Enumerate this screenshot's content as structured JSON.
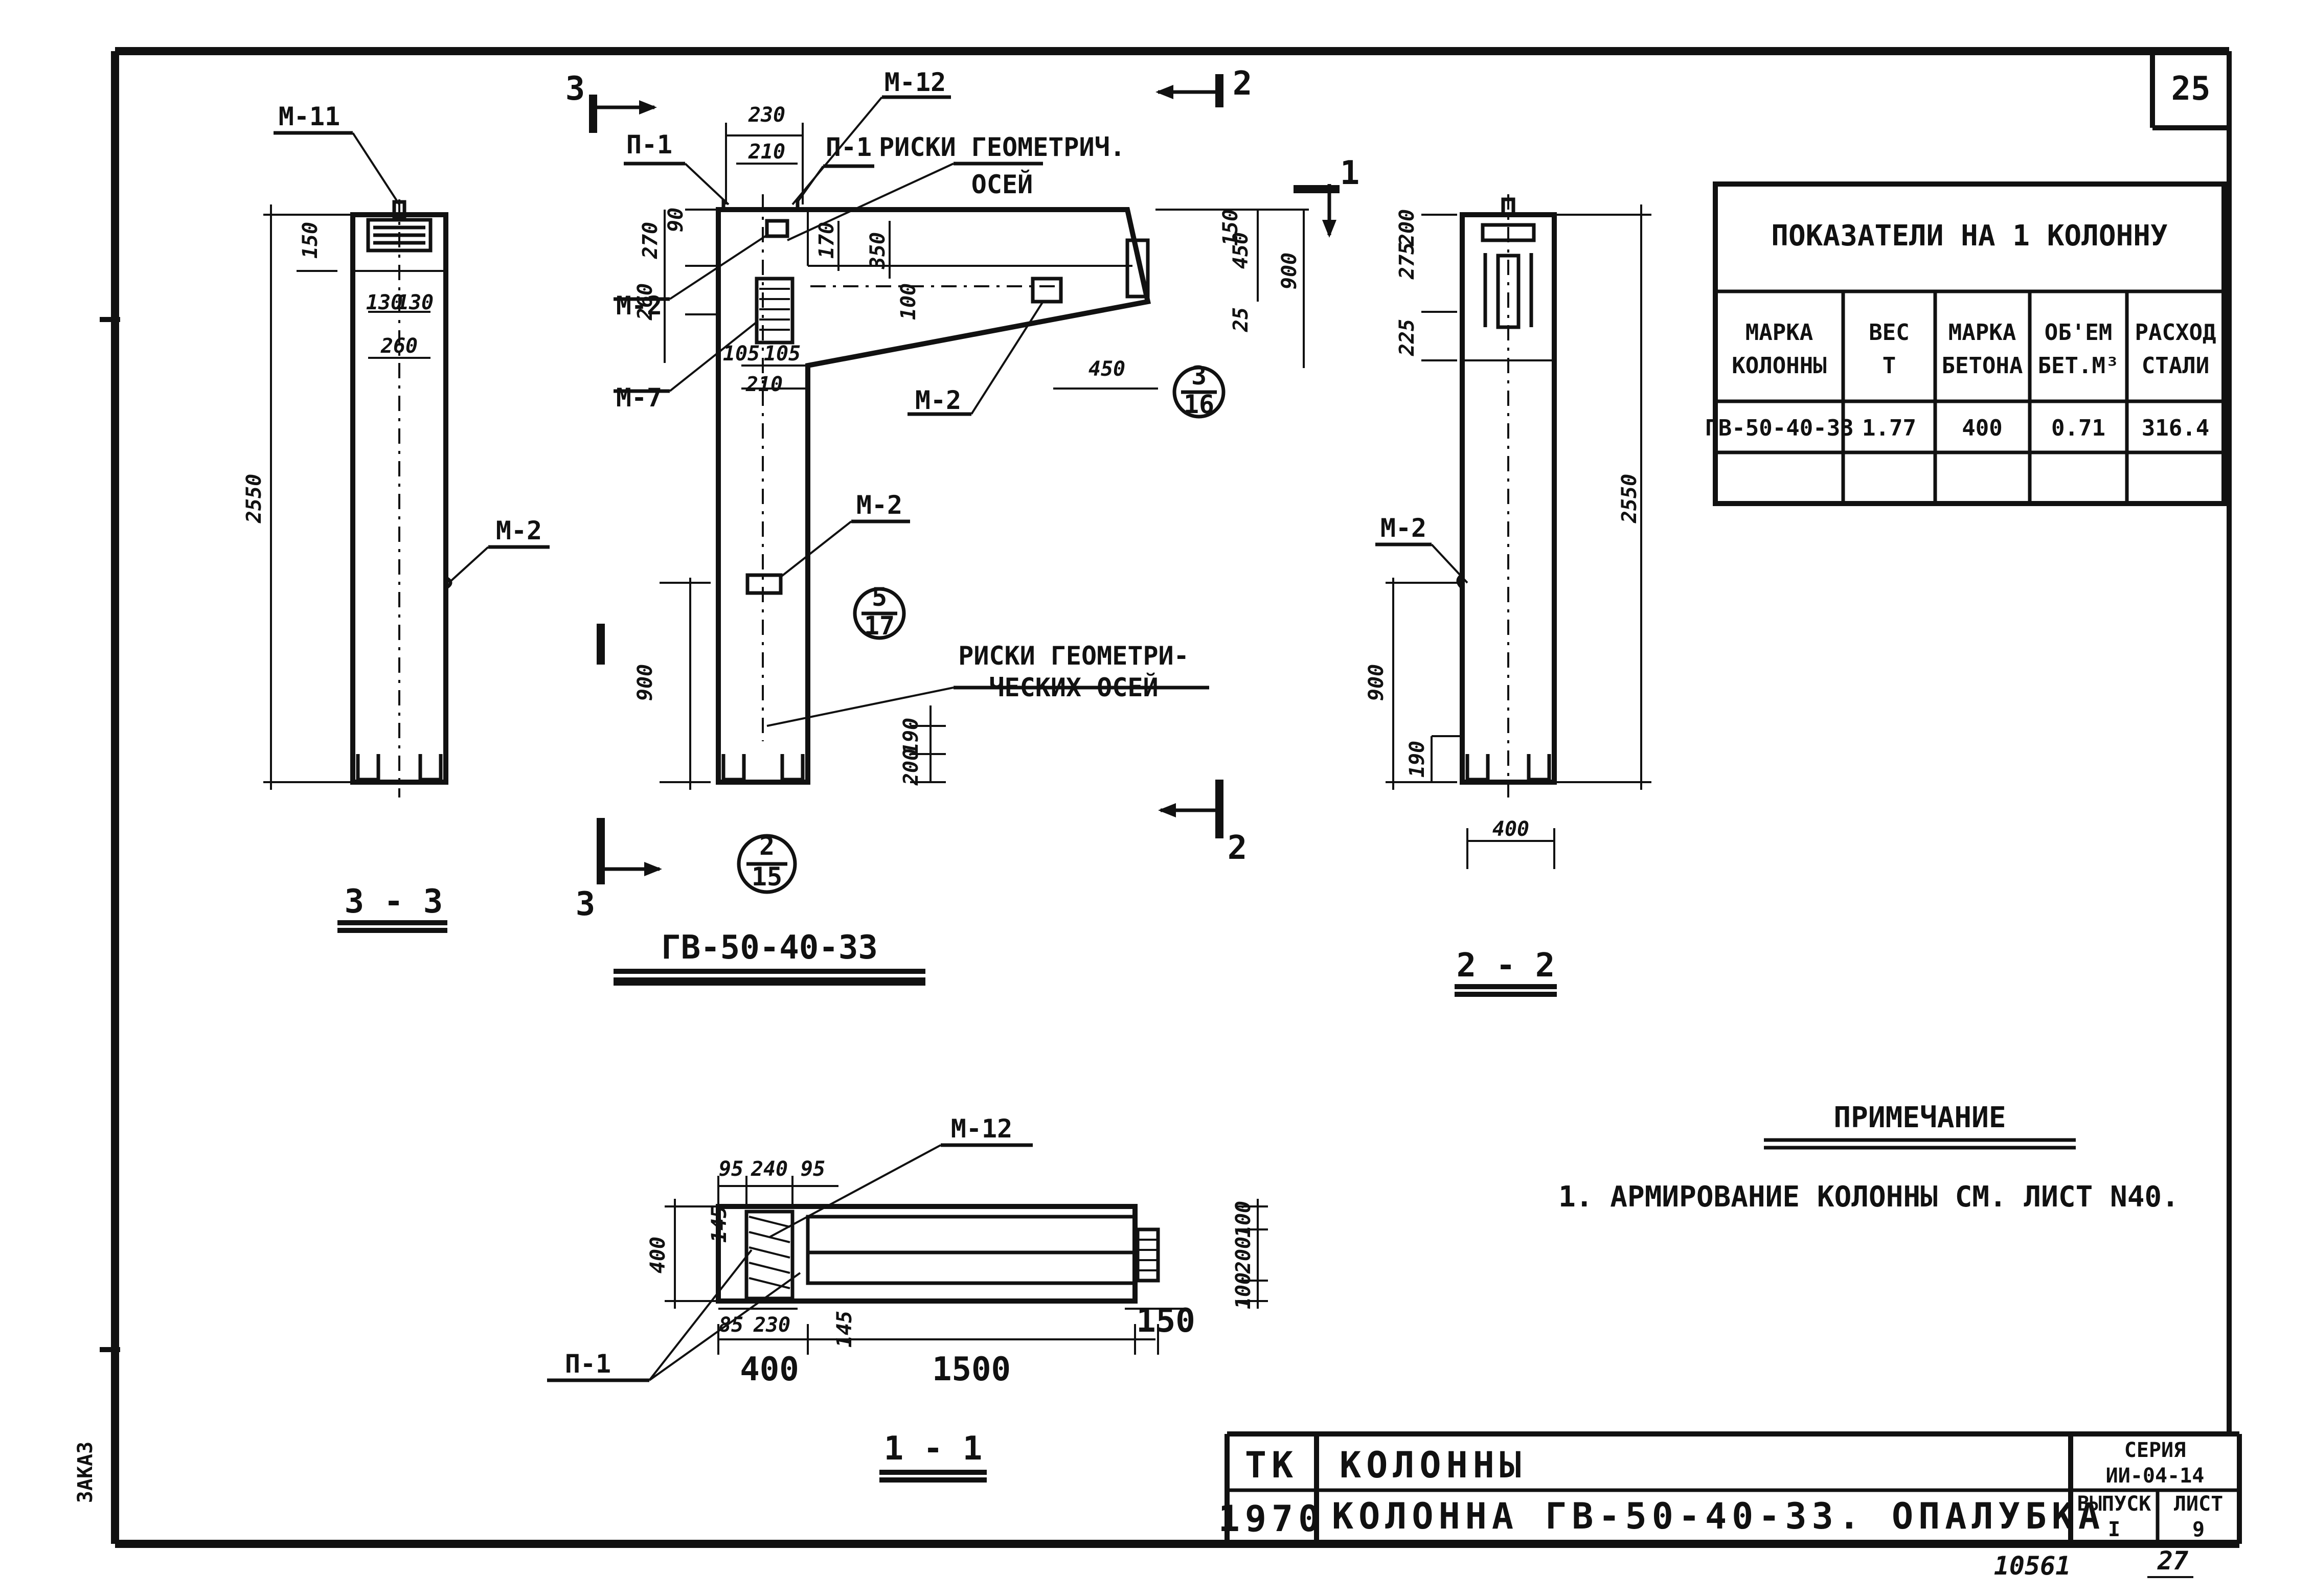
{
  "sheet_number": "25",
  "table": {
    "title": "ПОКАЗАТЕЛИ НА 1 КОЛОННУ",
    "headers": [
      [
        "МАРКА",
        "КОЛОННЫ"
      ],
      [
        "ВЕС",
        "Т"
      ],
      [
        "МАРКА",
        "БЕТОНА"
      ],
      [
        "ОБ'ЕМ",
        "БЕТ.М³"
      ],
      [
        "РАСХОД",
        "СТАЛИ"
      ]
    ],
    "row": [
      "ГВ-50-40-33",
      "1.77",
      "400",
      "0.71",
      "316.4"
    ]
  },
  "section_labels": {
    "s33": "3 - 3",
    "main": "ГВ-50-40-33",
    "s22": "2 - 2",
    "s11": "1 - 1"
  },
  "cut_marks": {
    "c3": "3",
    "c2": "2",
    "c1": "1"
  },
  "parts": {
    "m11": "М-11",
    "m12": "М-12",
    "m2": "М-2",
    "m7": "М-7",
    "p1": "П-1"
  },
  "notes_text": {
    "axis_marks_1": "РИСКИ ГЕОМЕТРИЧ.",
    "axis_marks_2": "ОСЕЙ",
    "axis_marks_3": "РИСКИ  ГЕОМЕТРИ-",
    "axis_marks_4": "ЧЕСКИХ ОСЕЙ"
  },
  "circle_refs": [
    {
      "top": "3",
      "bottom": "16"
    },
    {
      "top": "5",
      "bottom": "17"
    },
    {
      "top": "2",
      "bottom": "15"
    }
  ],
  "dimensions": {
    "s33": [
      "150",
      "130",
      "130",
      "260",
      "2550"
    ],
    "main": [
      "230",
      "210",
      "90",
      "270",
      "170",
      "350",
      "260",
      "100",
      "105",
      "105",
      "210",
      "150",
      "450",
      "900",
      "25",
      "450",
      "900",
      "200",
      "190"
    ],
    "s22": [
      "275",
      "200",
      "225",
      "2550",
      "900",
      "190",
      "400"
    ],
    "s11": [
      "95",
      "240",
      "95",
      "145",
      "400",
      "145",
      "85",
      "230",
      "150",
      "400",
      "1500",
      "100",
      "200",
      "100"
    ]
  },
  "note": {
    "title": "ПРИМЕЧАНИЕ",
    "text": "1. АРМИРОВАНИЕ КОЛОННЫ СМ. ЛИСТ N40."
  },
  "title_block": {
    "org": "ТК",
    "year": "1970",
    "title": "КОЛОННЫ",
    "subtitle": "КОЛОННА ГВ-50-40-33. ОПАЛУБКА",
    "series_label": "СЕРИЯ",
    "series": "ИИ-04-14",
    "issue_label": "ВЫПУСК",
    "issue": "I",
    "sheet_label": "ЛИСТ",
    "sheet": "9"
  },
  "footer": {
    "inventory": "10561",
    "page": "27",
    "side": "ЗАКАЗ"
  }
}
